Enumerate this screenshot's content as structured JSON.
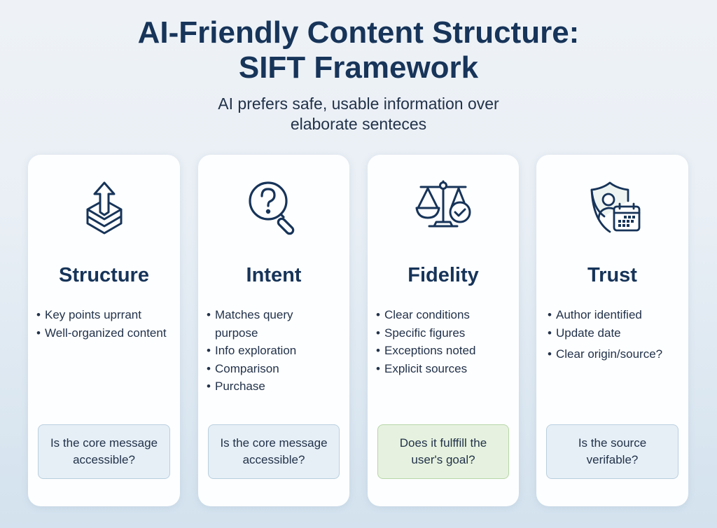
{
  "header": {
    "title_line1": "AI-Friendly Content Structure:",
    "title_line2": "SIFT Framework",
    "subtitle_line1": "AI prefers safe, usable information over",
    "subtitle_line2": "elaborate senteces"
  },
  "cards": [
    {
      "icon": "layers-arrow-up-icon",
      "title": "Structure",
      "bullets": [
        "Key points uprrant",
        "Well-organized content"
      ],
      "question": "Is the core message accessible?",
      "question_color": "#e6eff6"
    },
    {
      "icon": "magnifier-question-icon",
      "title": "Intent",
      "bullets": [
        "Matches query purpose",
        "Info exploration",
        "Comparison",
        "Purchase"
      ],
      "question": "Is the core message accessible?",
      "question_color": "#e6eff6"
    },
    {
      "icon": "scales-check-icon",
      "title": "Fidelity",
      "bullets": [
        "Clear conditions",
        "Specific figures",
        "Exceptions noted",
        "Explicit sources"
      ],
      "question": "Does it fulffill the user's goal?",
      "question_color": "#e6f2df"
    },
    {
      "icon": "shield-user-calendar-icon",
      "title": "Trust",
      "bullets": [
        "Author identified",
        "Update date",
        "Clear origin/source?"
      ],
      "question": "Is the source verifable?",
      "question_color": "#e6eff6"
    }
  ],
  "colors": {
    "primary": "#173459",
    "text": "#22324a"
  }
}
